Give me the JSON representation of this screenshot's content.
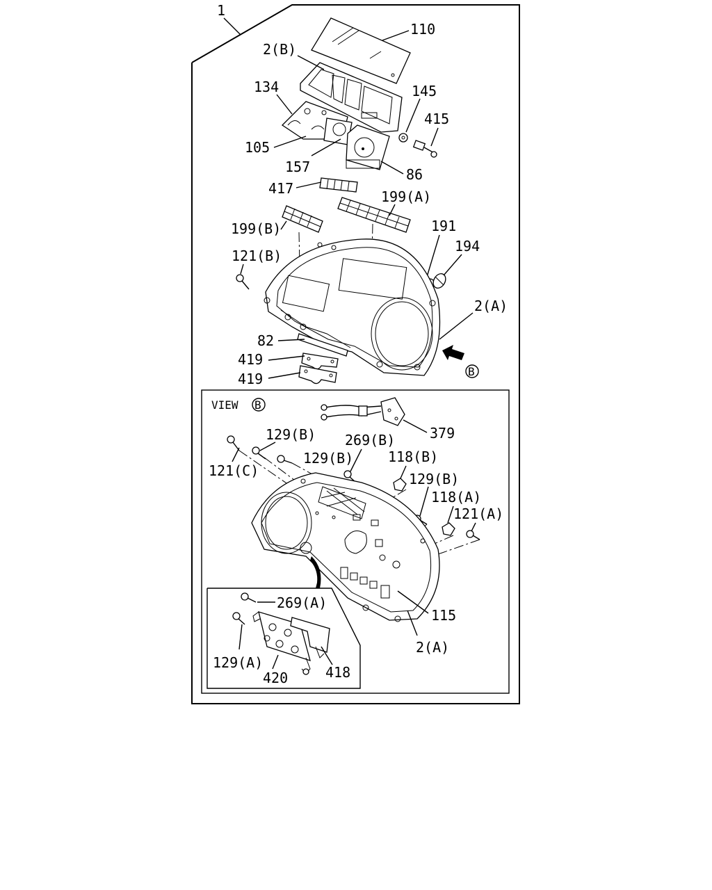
{
  "diagram": {
    "assembly_number": "1",
    "view_label": "VIEW",
    "view_marker": "B",
    "callouts": {
      "p110": "110",
      "p2b": "2(B)",
      "p134": "134",
      "p145": "145",
      "p415": "415",
      "p105": "105",
      "p157": "157",
      "p86": "86",
      "p417": "417",
      "p199a": "199(A)",
      "p199b": "199(B)",
      "p191": "191",
      "p194": "194",
      "p121b": "121(B)",
      "p2a_top": "2(A)",
      "p82": "82",
      "p419a": "419",
      "p419b": "419",
      "p379": "379",
      "p129b_1": "129(B)",
      "p269b": "269(B)",
      "p129b_2": "129(B)",
      "p121c": "121(C)",
      "p118b": "118(B)",
      "p129b_3": "129(B)",
      "p118a": "118(A)",
      "p121a": "121(A)",
      "p269a": "269(A)",
      "p115": "115",
      "p2a_bottom": "2(A)",
      "p129a": "129(A)",
      "p418": "418",
      "p420": "420"
    }
  }
}
